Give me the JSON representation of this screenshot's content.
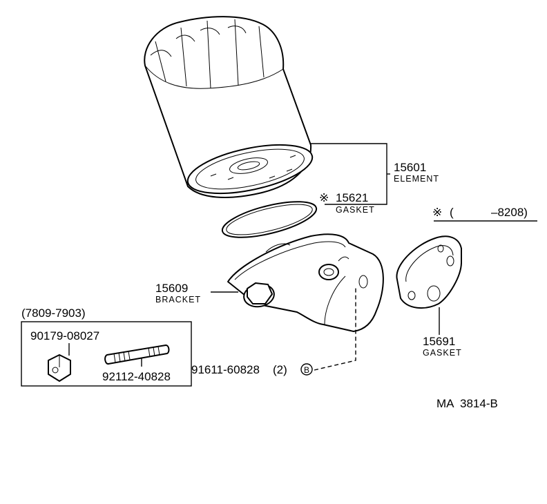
{
  "diagram_code": "MA  3814-B",
  "parts": {
    "element": {
      "number": "15601",
      "name": "ELEMENT"
    },
    "gasket_top": {
      "mark": "※",
      "number": "15621",
      "name": "GASKET"
    },
    "bracket": {
      "number": "15609",
      "name": "BRACKET"
    },
    "gasket_side": {
      "number": "15691",
      "name": "GASKET"
    },
    "bolt": {
      "number": "91611-60828",
      "qty": "(2)",
      "ref": "B"
    },
    "nut": {
      "number": "90179-08027"
    },
    "stud": {
      "number": "92112-40828"
    }
  },
  "notes": {
    "production_range": "(7809-7903)",
    "mark_note": {
      "mark": "※",
      "open": "(",
      "range": "–8208)"
    }
  }
}
